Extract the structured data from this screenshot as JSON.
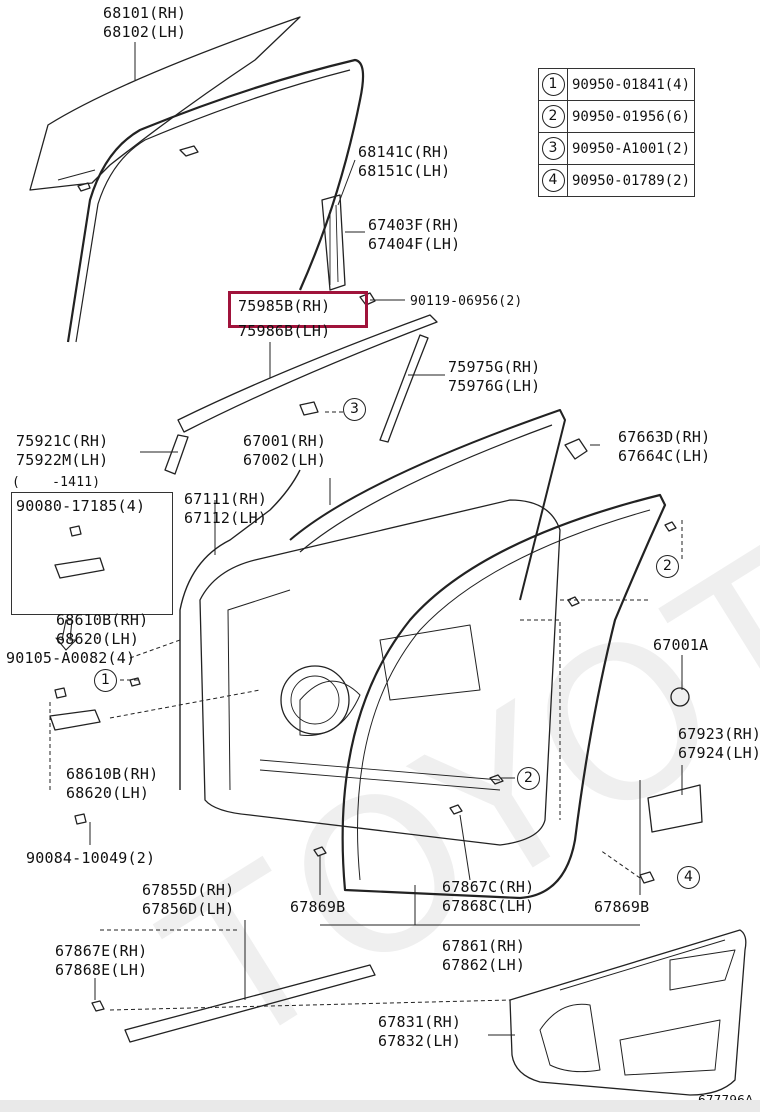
{
  "drawing_id": "677796A",
  "highlight_label": "75985B(RH)",
  "legend": [
    {
      "n": "1",
      "part": "90950-01841(4)"
    },
    {
      "n": "2",
      "part": "90950-01956(6)"
    },
    {
      "n": "3",
      "part": "90950-A1001(2)"
    },
    {
      "n": "4",
      "part": "90950-01789(2)"
    }
  ],
  "inset": {
    "range": "(    -1411)",
    "bolt": "90080-17185(4)",
    "hinge_rh": "68610B(RH)",
    "hinge_lh": "68620(LH)"
  },
  "labels": {
    "glass_rh": "68101(RH)",
    "glass_lh": "68102(LH)",
    "run_rh": "68141C(RH)",
    "run_lh": "68151C(LH)",
    "frame_rh": "67403F(RH)",
    "frame_lh": "67404F(LH)",
    "clip_90119": "90119-06956(2)",
    "mold_lh": "75986B(LH)",
    "mold2_rh": "75975G(RH)",
    "mold2_lh": "75976G(LH)",
    "pillar_rh": "75921C(RH)",
    "pillar_lh": "75922M(LH)",
    "door_rh": "67001(RH)",
    "door_lh": "67002(LH)",
    "cover_rh": "67663D(RH)",
    "cover_lh": "67664C(LH)",
    "panel_rh": "67111(RH)",
    "panel_lh": "67112(LH)",
    "bolt_90105": "90105-A0082(4)",
    "assy_67001a": "67001A",
    "hinge_rh": "68610B(RH)",
    "hinge_lh": "68620(LH)",
    "pad_rh": "67923(RH)",
    "pad_lh": "67924(LH)",
    "bolt_90084": "90084-10049(2)",
    "ws_rh": "67855D(RH)",
    "ws_lh": "67856D(LH)",
    "seal_e_rh": "67867E(RH)",
    "seal_e_lh": "67868E(LH)",
    "plug_left": "67869B",
    "seal_c_rh": "67867C(RH)",
    "seal_c_lh": "67868C(LH)",
    "plug_right": "67869B",
    "wstrip_rh": "67861(RH)",
    "wstrip_lh": "67862(LH)",
    "trim_rh": "67831(RH)",
    "trim_lh": "67832(LH)"
  },
  "callouts": [
    "1",
    "2",
    "2",
    "3",
    "4"
  ]
}
